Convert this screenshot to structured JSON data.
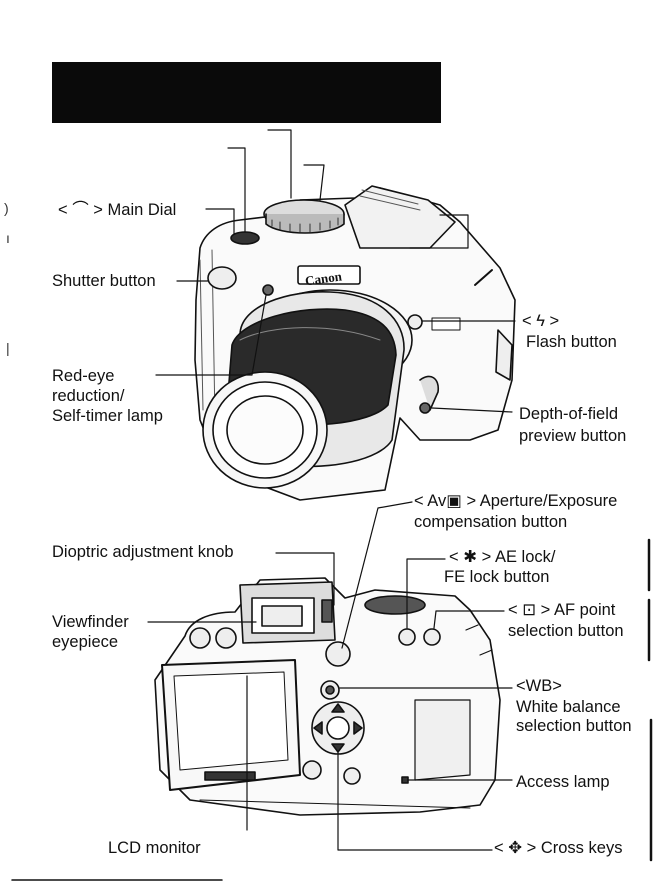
{
  "labels": {
    "main_dial": "< ⌒ > Main Dial",
    "shutter": "Shutter button",
    "redeye_1": "Red-eye",
    "redeye_2": "reduction/",
    "redeye_3": "Self-timer lamp",
    "flash_sym": "< ϟ >",
    "flash": "Flash button",
    "dof_1": "Depth-of-field",
    "dof_2": "preview button",
    "av_1": "< Av▣ > Aperture/Exposure",
    "av_2": "compensation button",
    "dioptric": "Dioptric adjustment knob",
    "ae_1": "< ✱ > AE lock/",
    "ae_2": "FE lock button",
    "vf_1": "Viewfinder",
    "vf_2": "eyepiece",
    "af_1": "< ⊡ > AF point",
    "af_2": "selection button",
    "wb_1": "<WB>",
    "wb_2": "White balance",
    "wb_3": "selection button",
    "access": "Access lamp",
    "lcd": "LCD monitor",
    "cross": "< ✥ > Cross keys",
    "brand": "Canon"
  },
  "colors": {
    "title_bar": "#0a0a0a",
    "ink": "#111111"
  }
}
